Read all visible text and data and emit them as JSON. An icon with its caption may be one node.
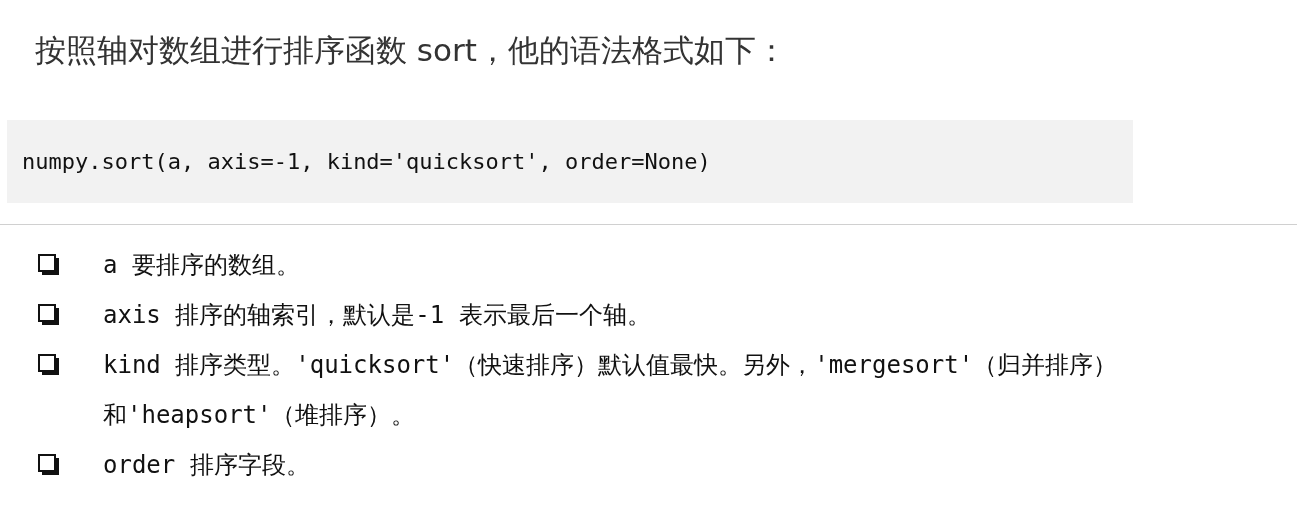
{
  "diagram": {
    "title": "按照轴对数组进行排序函数 sort，他的语法格式如下：",
    "nodes": [
      {
        "text": [
          "numpy.sort(a, axis=-1, kind='quicksort', order=None)"
        ]
      }
    ],
    "labels": [
      "a 要排序的数组。",
      "axis 排序的轴索引，默认是-1 表示最后一个轴。",
      "kind 排序类型。'quicksort'（快速排序）默认值最快。另外，'mergesort'（归并排序）和'heapsort'（堆排序）。",
      "order 排序字段。"
    ]
  }
}
